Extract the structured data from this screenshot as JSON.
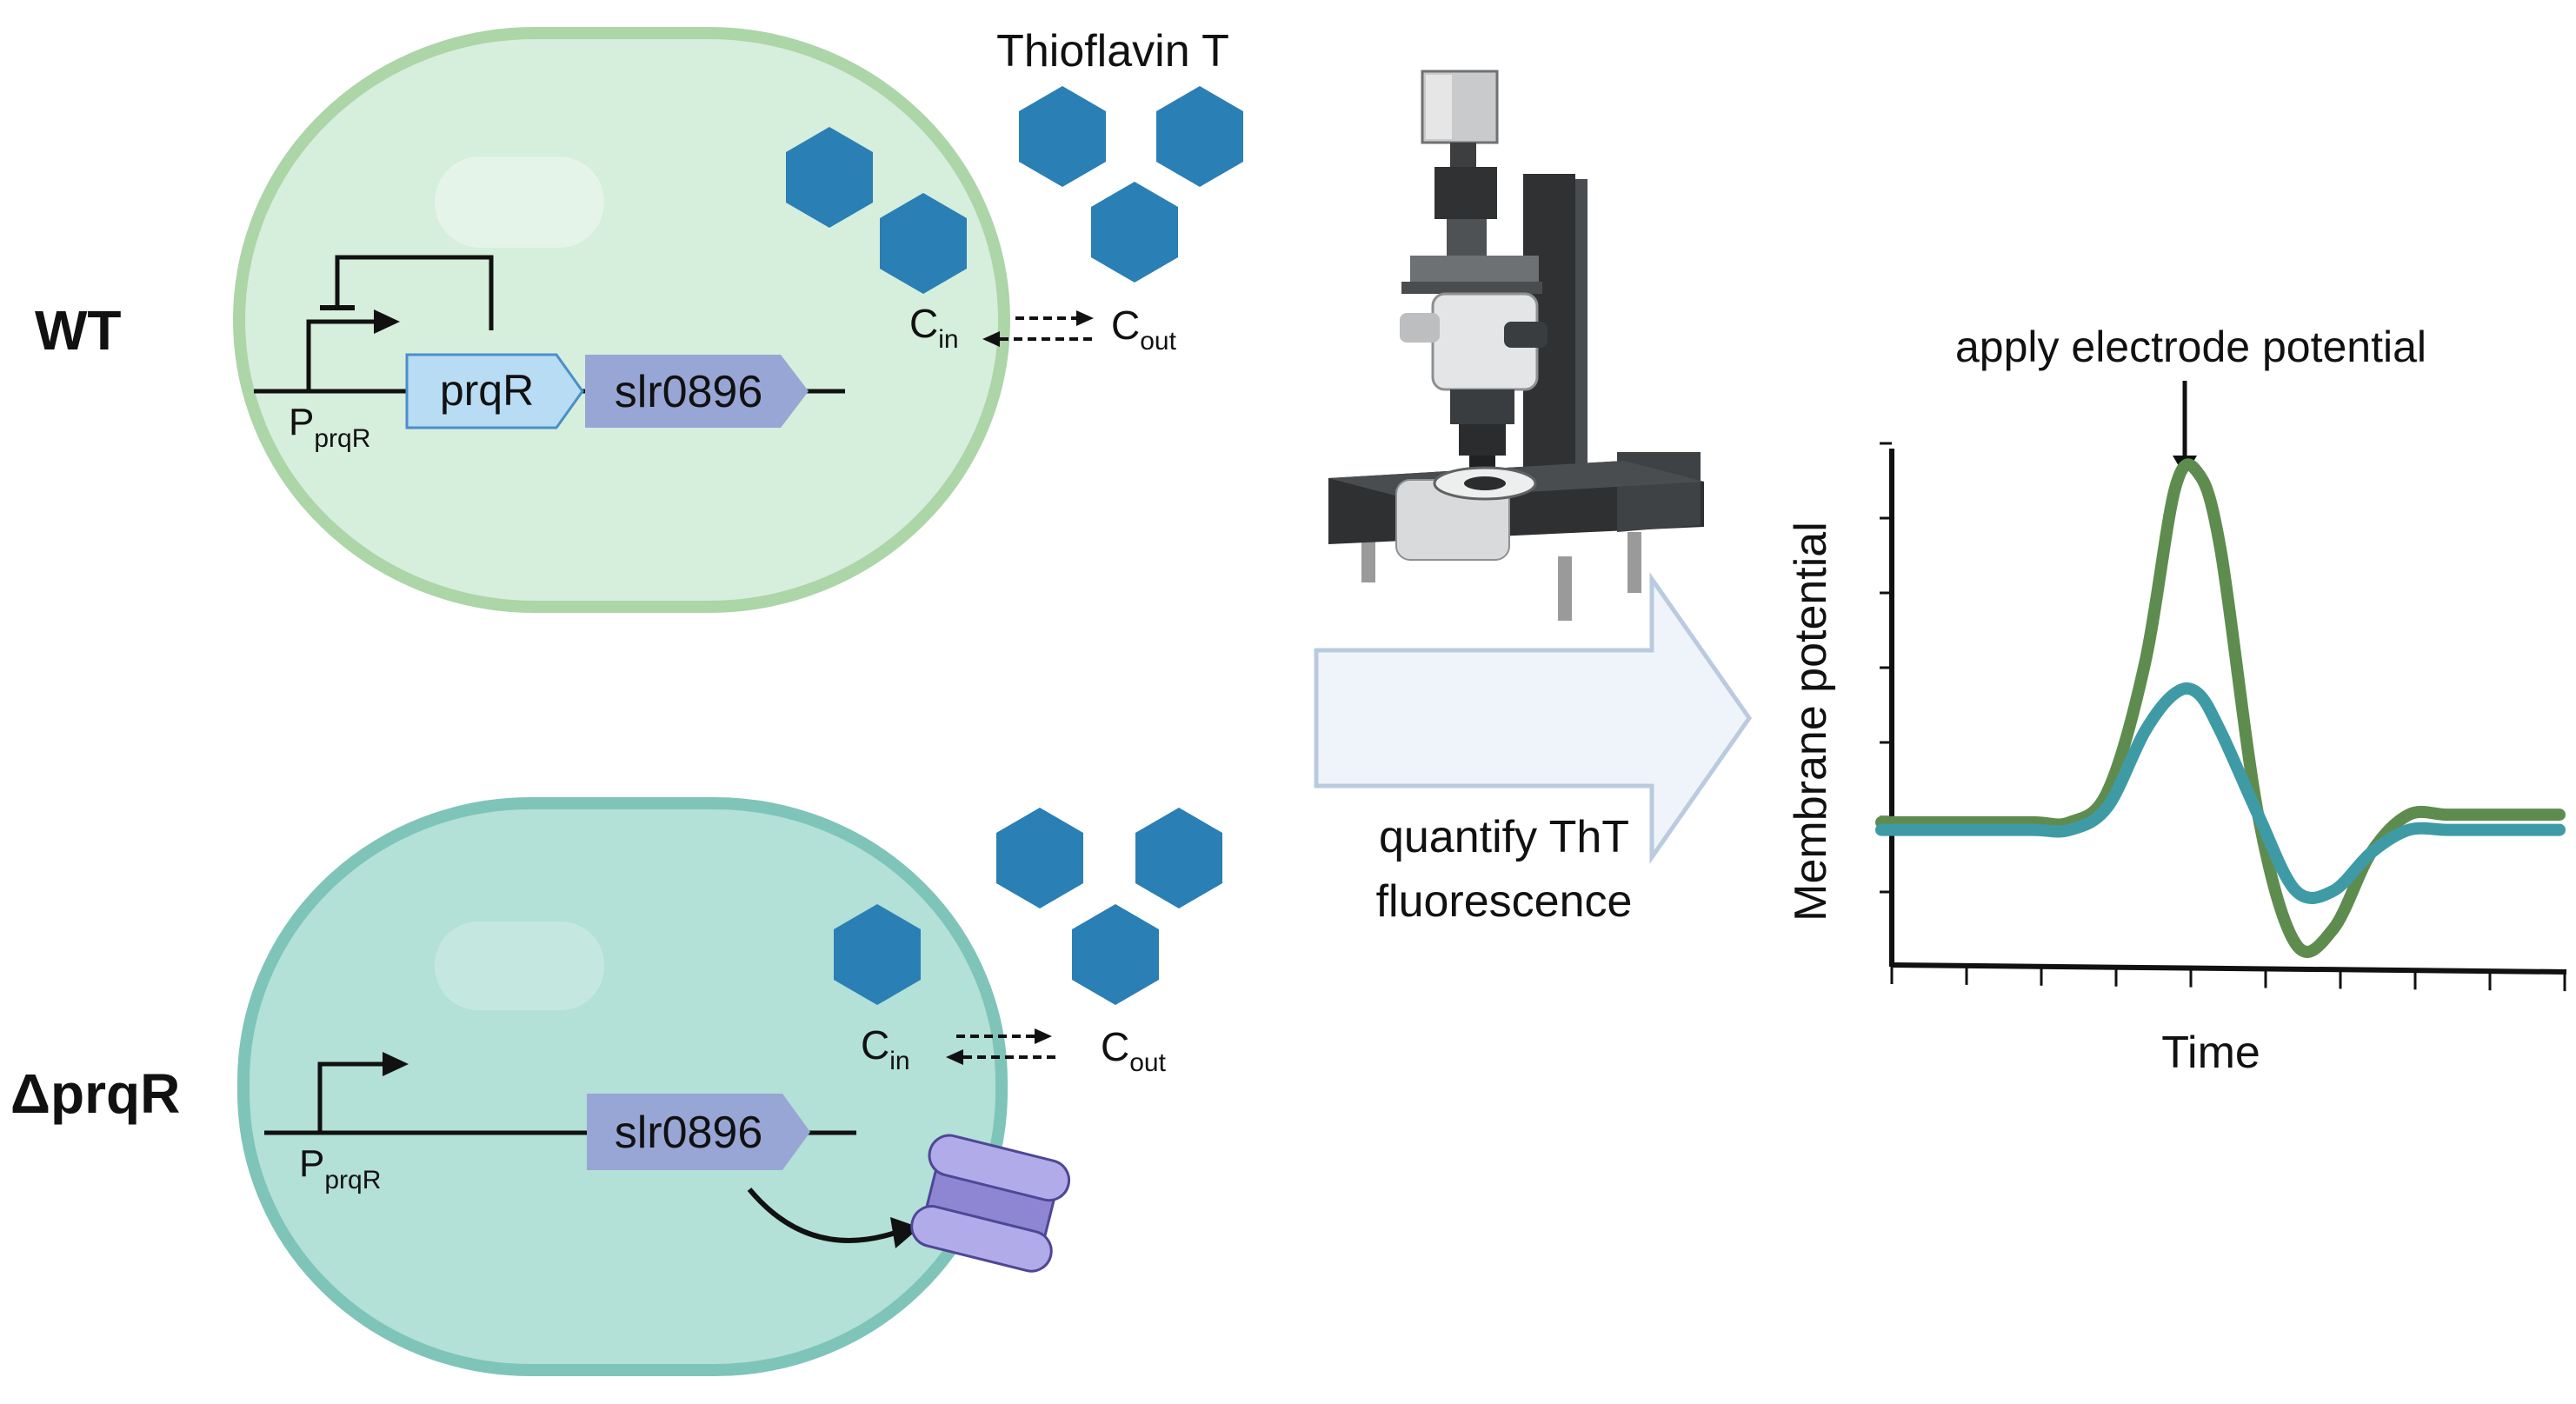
{
  "wt": {
    "strain_label": "WT",
    "promoter_label": "P",
    "promoter_sub": "prqR",
    "gene1_label": "prqR",
    "gene2_label": "slr0896",
    "cin_label": "C",
    "cin_sub": "in",
    "cout_label": "C",
    "cout_sub": "out"
  },
  "mutant": {
    "strain_label": "ΔprqR",
    "promoter_label": "P",
    "promoter_sub": "prqR",
    "gene2_label": "slr0896",
    "cin_label": "C",
    "cin_sub": "in",
    "cout_label": "C",
    "cout_sub": "out"
  },
  "dye_label": "Thioflavin T",
  "quantify_line1": "quantify ThT",
  "quantify_line2": "fluorescence",
  "chart_data": {
    "type": "line",
    "title": "",
    "annotation": "apply electrode potential",
    "xlabel": "Time",
    "ylabel": "Membrane potential",
    "x": [
      0,
      1,
      2,
      2.5,
      3,
      3.5,
      3.9,
      4.2,
      4.5,
      5,
      5.5,
      6,
      6.5,
      7,
      7.5,
      8,
      9
    ],
    "series": [
      {
        "color": "#5E8C4F",
        "values": [
          1.9,
          1.9,
          1.9,
          1.9,
          2.3,
          4.0,
          6.3,
          6.5,
          5.5,
          2.0,
          0.3,
          0.5,
          1.5,
          2.0,
          2.0,
          2.0,
          2.0
        ]
      },
      {
        "color": "#3E9BA6",
        "values": [
          1.8,
          1.8,
          1.8,
          1.8,
          2.1,
          3.1,
          3.6,
          3.6,
          3.1,
          2.0,
          1.0,
          1.0,
          1.5,
          1.8,
          1.8,
          1.8,
          1.8
        ]
      }
    ],
    "xlim": [
      0,
      9
    ],
    "ylim": [
      0,
      7
    ],
    "grid": false
  },
  "colors": {
    "wt_cell_fill": "#D6EEDC",
    "wt_cell_stroke": "#ACD5A8",
    "mut_cell_fill": "#B3E0D7",
    "mut_cell_stroke": "#7FC4B8",
    "prqR_gene": "#B8DCF4",
    "slr0896_gene": "#98A6D5",
    "hexagon": "#2A7FB5",
    "arrow_fill": "#EFF4FA",
    "arrow_stroke": "#BACBDF",
    "channel": "#A89FDD"
  }
}
